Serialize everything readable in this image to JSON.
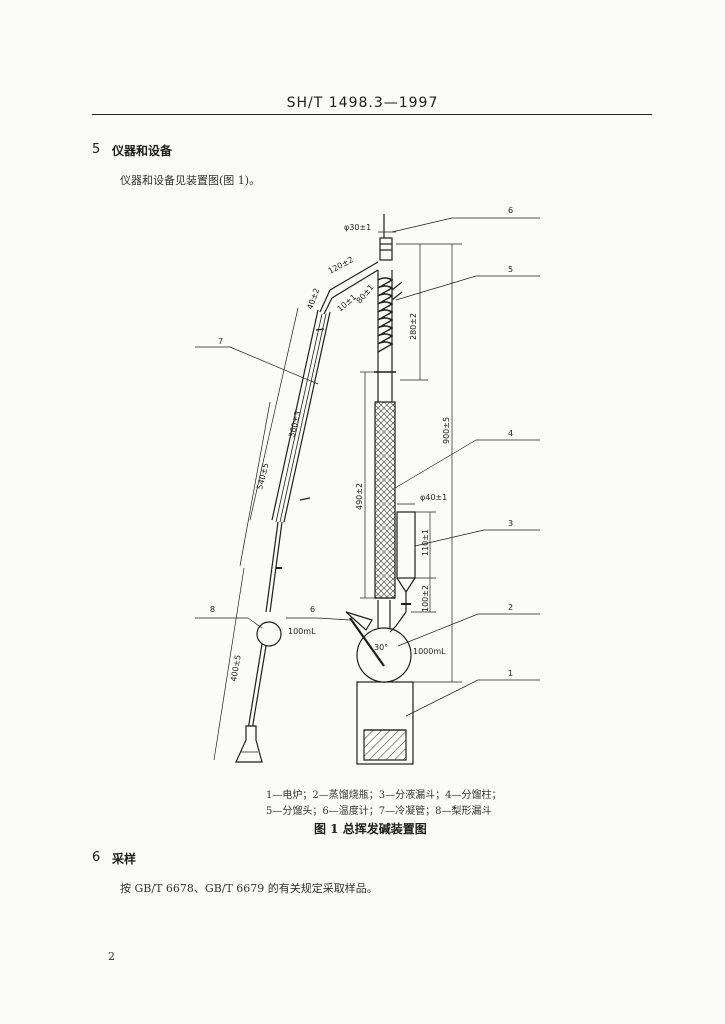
{
  "header": {
    "standard_code": "SH/T 1498.3—1997"
  },
  "section5": {
    "number": "5",
    "title": "仪器和设备",
    "body": "仪器和设备见装置图(图 1)。"
  },
  "figure": {
    "callouts": [
      "6",
      "5",
      "7",
      "4",
      "3",
      "8",
      "6",
      "2",
      "1"
    ],
    "dimensions": {
      "d30": "φ30±1",
      "d120": "120±2",
      "d40a": "40±2",
      "d10": "10±1",
      "d80": "80±1",
      "d280": "280±2",
      "d360": "360±3",
      "d540": "540±5",
      "d900": "900±5",
      "d490": "490±2",
      "d40b": "φ40±1",
      "d110": "110±1",
      "d100": "100±2",
      "d400": "400±5",
      "angle": "30°"
    },
    "volume_small": "100mL",
    "volume_large": "1000mL",
    "caption_line1": "1—电炉；2—蒸馏烧瓶；3—分液漏斗；4—分馏柱；",
    "caption_line2": "5—分馏头；6—温度计；7—冷凝管；8—梨形漏斗",
    "title": "图 1   总挥发碱装置图"
  },
  "section6": {
    "number": "6",
    "title": "采样",
    "body": "按 GB/T 6678、GB/T 6679 的有关规定采取样品。"
  },
  "footer": {
    "page_number": "2"
  }
}
